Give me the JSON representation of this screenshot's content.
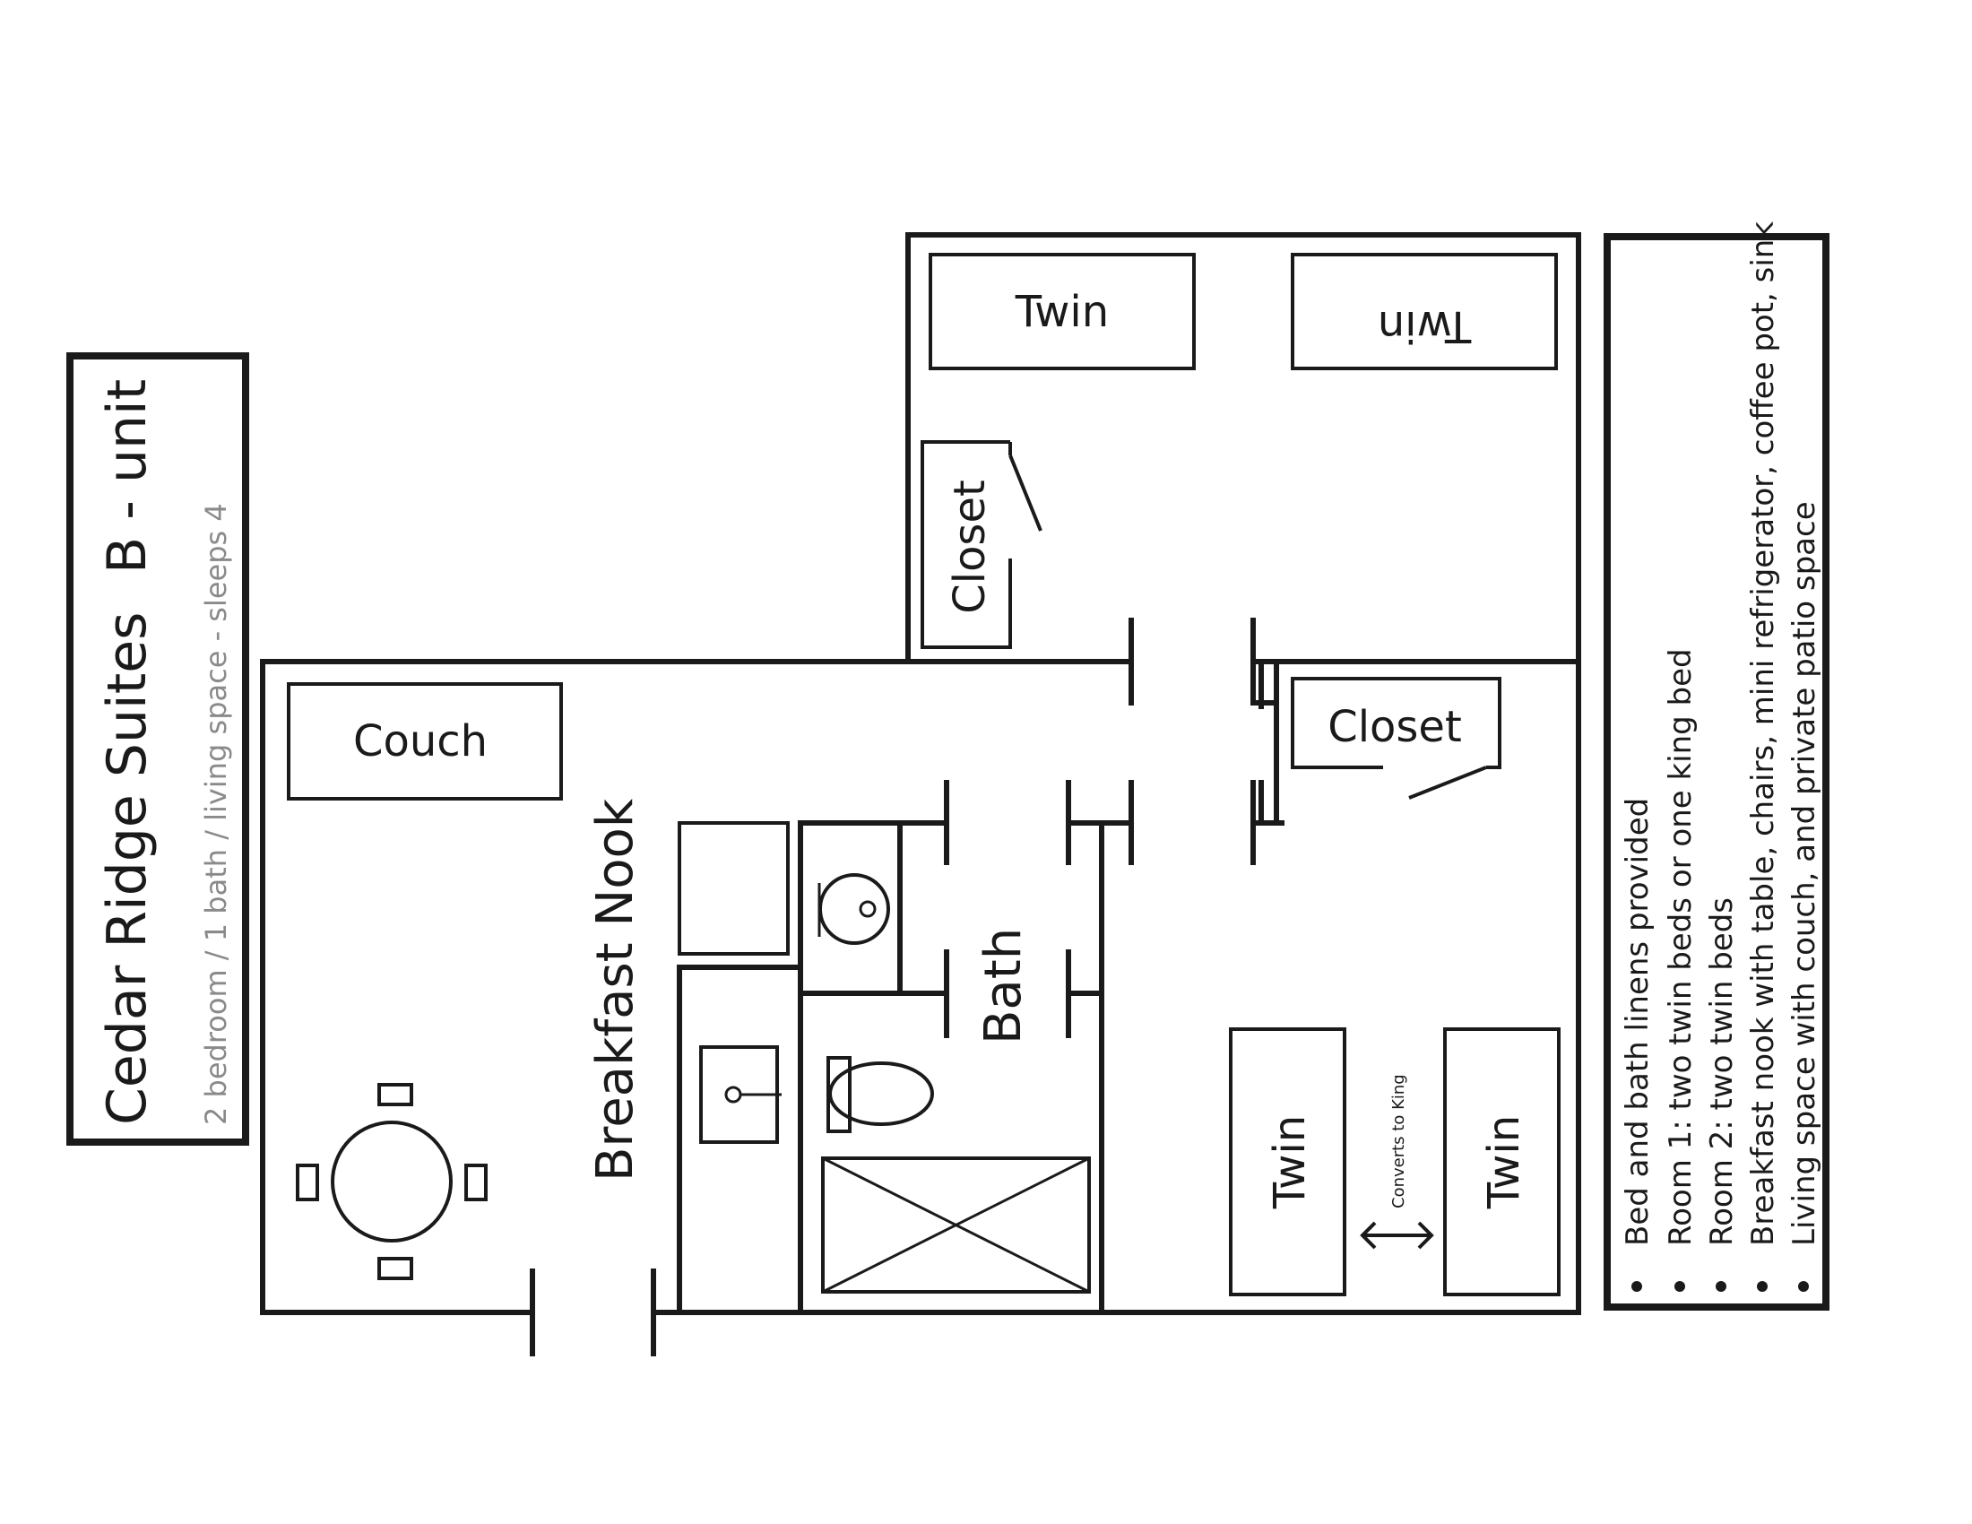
{
  "title": {
    "name": "Cedar Ridge Suites",
    "unit": "B - unit",
    "subtitle": "2 bedroom / 1 bath / living space - sleeps 4"
  },
  "rooms": {
    "couch": "Couch",
    "breakfast_nook": "Breakfast Nook",
    "bath": "Bath",
    "closet_upper": "Closet",
    "closet_lower": "Closet",
    "twin_top_left": "Twin",
    "twin_top_right": "Twin",
    "twin_bottom_left": "Twin",
    "twin_bottom_right": "Twin",
    "converts_to_king": "Converts to King"
  },
  "amenities": [
    "Bed and bath linens provided",
    "Room 1: two twin beds or one king bed",
    "Room 2: two twin beds",
    "Breakfast nook with table, chairs, mini refrigerator, coffee pot, sink",
    "Living space with couch, and private patio space"
  ]
}
